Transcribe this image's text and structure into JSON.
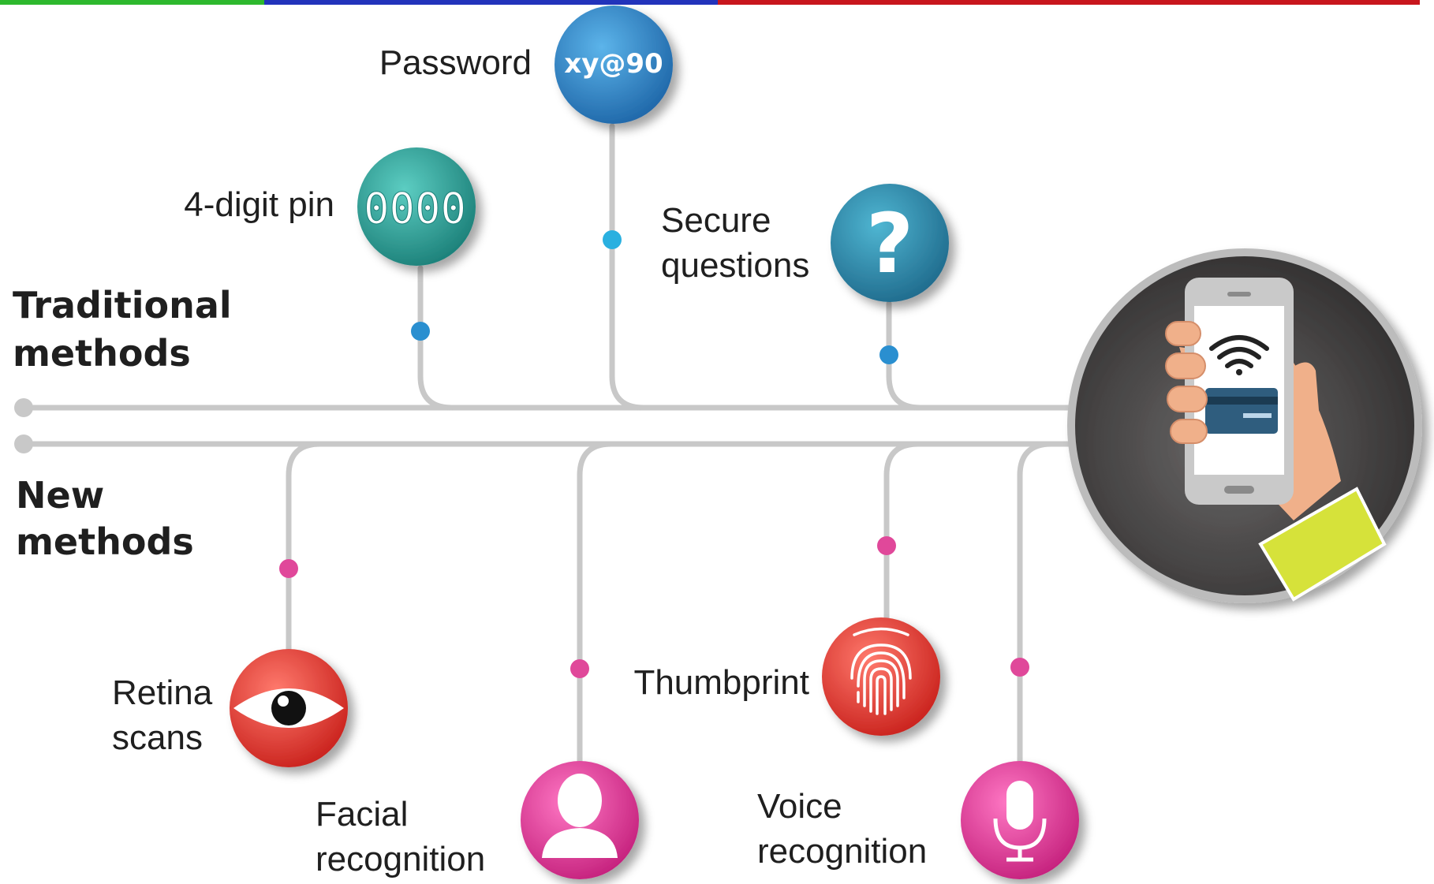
{
  "groups": {
    "traditional": {
      "line1": "Traditional",
      "line2": "methods"
    },
    "new": {
      "line1": "New",
      "line2": "methods"
    }
  },
  "nodes": {
    "password": {
      "label": "Password",
      "icon_text": "xy@90",
      "icon": "password-text-icon"
    },
    "pin": {
      "label": "4-digit pin",
      "icon_text": "0000",
      "icon": "pin-digits-icon"
    },
    "secure": {
      "label_line1": "Secure",
      "label_line2": "questions",
      "icon_text": "?",
      "icon": "question-mark-icon"
    },
    "retina": {
      "label_line1": "Retina",
      "label_line2": "scans",
      "icon": "eye-icon"
    },
    "facial": {
      "label_line1": "Facial",
      "label_line2": "recognition",
      "icon": "person-silhouette-icon"
    },
    "thumbprint": {
      "label": "Thumbprint",
      "icon": "fingerprint-icon"
    },
    "voice": {
      "label_line1": "Voice",
      "label_line2": "recognition",
      "icon": "microphone-icon"
    }
  },
  "hub": {
    "icon": "hand-holding-phone-icon",
    "sub_icons": [
      "wifi-icon",
      "credit-card-icon"
    ]
  },
  "colors": {
    "bar_green": "#2db82d",
    "bar_blue": "#2233bb",
    "bar_red": "#c8161d",
    "line_gray": "#c8c8c8",
    "dot_blue": "#2a8fd0",
    "dot_pink": "#e0489a",
    "password_blue": "#2f86c8",
    "pin_teal": "#2a9f96",
    "question_teal": "#2b86a8",
    "retina_red": "#e8413a",
    "thumb_red": "#e8413a",
    "facial_pink": "#e23e98",
    "voice_pink": "#e23e98",
    "hub_dark": "#3a3838"
  }
}
